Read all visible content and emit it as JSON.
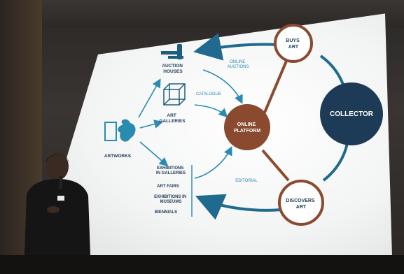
{
  "diagram": {
    "auction_houses": "AUCTION\nHOUSES",
    "art_galleries": "ART\nGALLERIES",
    "artworks": "ARTWORKS",
    "online_platform": "ONLINE\nPLATFORM",
    "collector": "COLLECTOR",
    "buys_art": "BUYS\nART",
    "discovers_art": "DISCOVERS\nART",
    "online_auctions": "ONLINE\nAUCTIONS",
    "catalogue": "CATALOGUE",
    "editorial": "EDITORIAL",
    "exhibitions_galleries": "EXHIBITIONS\nIN GALLERIES",
    "art_fairs": "ART FAIRS",
    "exhibitions_museums": "EXHIBITIONS IN\nMUSEUMS",
    "biennials": "BIENNIALS"
  },
  "colors": {
    "blue": "#1f6a8e",
    "brown": "#8a4a30",
    "navy": "#1d3b57",
    "teal": "#2a8bb0"
  }
}
